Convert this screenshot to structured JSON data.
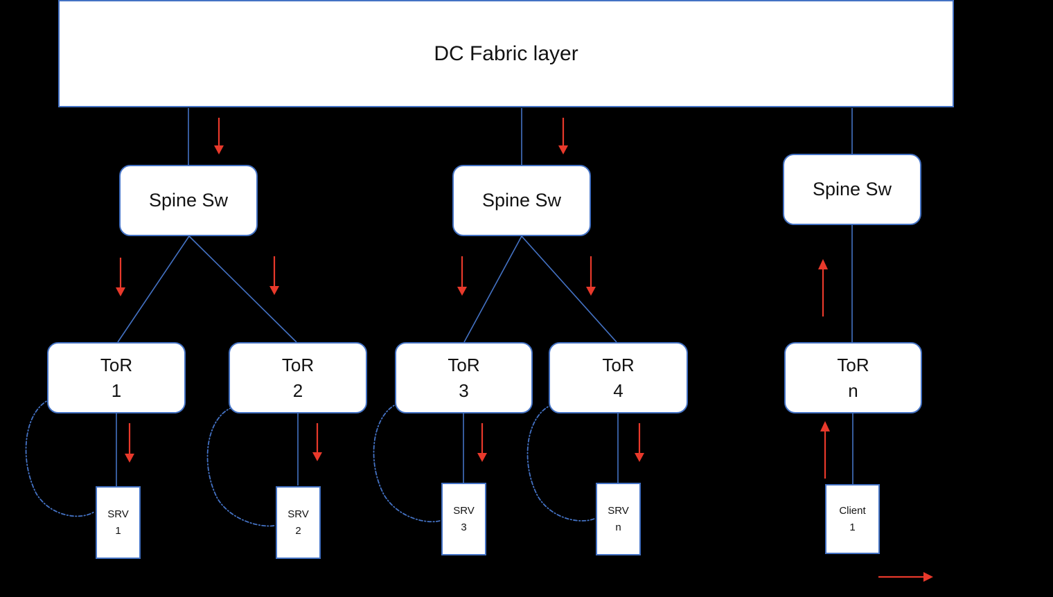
{
  "colors": {
    "blue": "#4472C4",
    "red": "#E8392B",
    "fill": "#FFFFFF",
    "bg": "#000000"
  },
  "fabric": {
    "label": "DC Fabric layer"
  },
  "spines": [
    {
      "label": "Spine Sw"
    },
    {
      "label": "Spine Sw"
    },
    {
      "label": "Spine Sw"
    }
  ],
  "tors": [
    {
      "line1": "ToR",
      "line2": "1"
    },
    {
      "line1": "ToR",
      "line2": "2"
    },
    {
      "line1": "ToR",
      "line2": "3"
    },
    {
      "line1": "ToR",
      "line2": "4"
    },
    {
      "line1": "ToR",
      "line2": "n"
    }
  ],
  "endpoints": [
    {
      "line1": "SRV",
      "line2": "1"
    },
    {
      "line1": "SRV",
      "line2": "2"
    },
    {
      "line1": "SRV",
      "line2": "3"
    },
    {
      "line1": "SRV",
      "line2": "n"
    },
    {
      "line1": "Client",
      "line2": "1"
    }
  ]
}
